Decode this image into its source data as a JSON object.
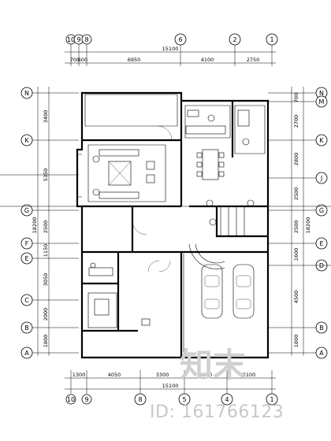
{
  "drawing": {
    "top_axes": [
      "10",
      "9",
      "8",
      "6",
      "2",
      "1"
    ],
    "bottom_axes": [
      "10",
      "9",
      "8",
      "5",
      "4",
      "1"
    ],
    "left_axes": [
      "N",
      "K",
      "G",
      "F",
      "E",
      "C",
      "B",
      "A"
    ],
    "right_axes": [
      "N",
      "M",
      "K",
      "J",
      "G",
      "E",
      "D",
      "B",
      "A"
    ],
    "top_total": "15100",
    "top_segments": [
      "700",
      "600",
      "6950",
      "4100",
      "2750"
    ],
    "bottom_total": "15100",
    "bottom_segments": [
      "1300",
      "4050",
      "3300",
      "3300",
      "2100"
    ],
    "left_total": "18200",
    "left_segments": [
      "3400",
      "5350",
      "2500",
      "1150",
      "3050",
      "2000",
      "1800"
    ],
    "right_total": "18200",
    "right_segments": [
      "700",
      "2700",
      "2800",
      "2500",
      "2500",
      "1600",
      "4500",
      "1800"
    ]
  },
  "watermark": {
    "logo_text": "知末",
    "id_text": "ID: 161766123"
  }
}
